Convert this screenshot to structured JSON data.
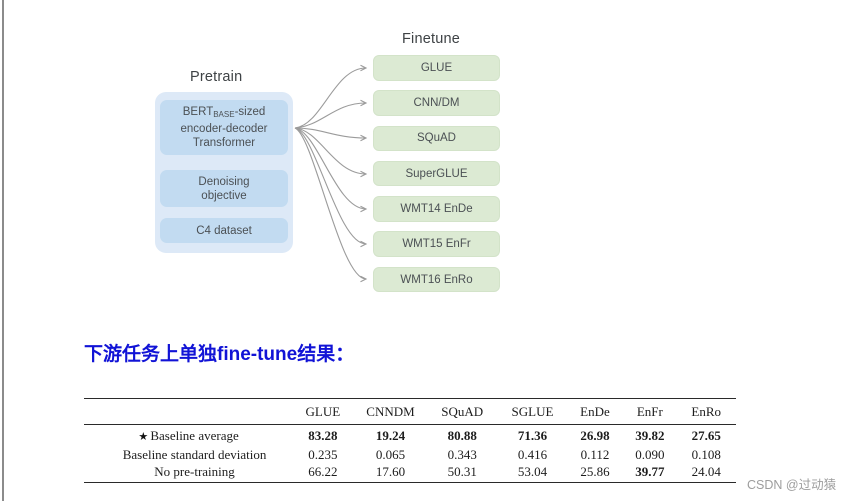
{
  "colors": {
    "heading_blue": "#1113d6",
    "pretrain_outer_blue": "#dde9f7",
    "pretrain_inner_blue": "#c2dbf1",
    "finetune_green": "#dcead3",
    "arrow_gray": "#9b9b9b",
    "left_rule_gray": "#8b8b8b",
    "watermark_gray": "#9d9d9d"
  },
  "diagram": {
    "pretrain": {
      "title": "Pretrain",
      "model_box": {
        "line1_main": "BERT",
        "line1_sub": "BASE",
        "line1_suffix": "-sized",
        "line2": "encoder-decoder",
        "line3": "Transformer"
      },
      "objective_box": {
        "line1": "Denoising",
        "line2": "objective"
      },
      "dataset_box": {
        "label": "C4 dataset"
      }
    },
    "finetune": {
      "title": "Finetune",
      "tasks": [
        "GLUE",
        "CNN/DM",
        "SQuAD",
        "SuperGLUE",
        "WMT14 EnDe",
        "WMT15 EnFr",
        "WMT16 EnRo"
      ]
    }
  },
  "heading": {
    "text": "下游任务上单独fine-tune结果："
  },
  "results_table": {
    "columns": [
      "GLUE",
      "CNNDM",
      "SQuAD",
      "SGLUE",
      "EnDe",
      "EnFr",
      "EnRo"
    ],
    "rows": [
      {
        "marker": "★",
        "label": "Baseline average",
        "values": [
          "83.28",
          "19.24",
          "80.88",
          "71.36",
          "26.98",
          "39.82",
          "27.65"
        ]
      },
      {
        "marker": "",
        "label": "Baseline standard deviation",
        "values": [
          "0.235",
          "0.065",
          "0.343",
          "0.416",
          "0.112",
          "0.090",
          "0.108"
        ]
      },
      {
        "marker": "",
        "label": "No pre-training",
        "values": [
          "66.22",
          "17.60",
          "50.31",
          "53.04",
          "25.86",
          "39.77",
          "24.04"
        ]
      }
    ]
  },
  "watermark": {
    "text": "CSDN @过动猿"
  }
}
